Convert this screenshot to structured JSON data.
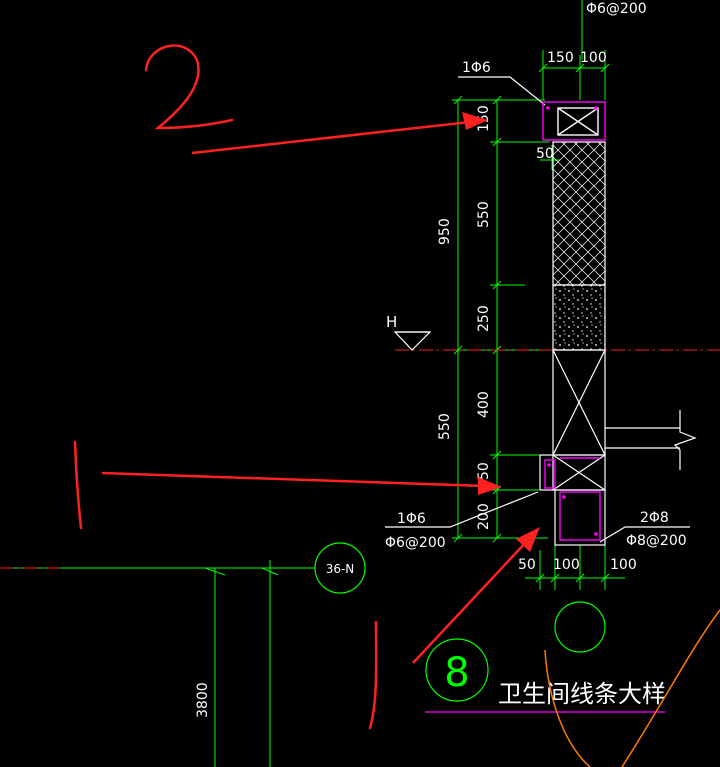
{
  "top_label": "Φ6@200",
  "top_rebar_label": "1Φ6",
  "width_dims": {
    "left": "150",
    "right": "100"
  },
  "dims_inner": [
    "150",
    "550",
    "250",
    "400",
    "50",
    "200"
  ],
  "dims_outer": [
    "950",
    "550"
  ],
  "offset_50": "50",
  "level_mark": "H",
  "lower_left_labels": {
    "rebar": "1Φ6",
    "stirrup": "Φ6@200"
  },
  "lower_right_labels": {
    "rebar": "2Φ8",
    "stirrup": "Φ8@200"
  },
  "bottom_dims": [
    "50",
    "100",
    "100"
  ],
  "axis_bubble": "36-N",
  "vertical_dim": "3800",
  "detail_number": "8",
  "detail_title": "卫生间线条大样",
  "handwritten_marks": [
    "2",
    "1",
    "1"
  ],
  "colors": {
    "background": "#000000",
    "dimension_line": "#00ff00",
    "outline": "#ffffff",
    "rebar": "#ff00ff",
    "centerline": "#ff0000",
    "annotation_arrow": "#ff2020",
    "curve": "#ff7a00"
  }
}
